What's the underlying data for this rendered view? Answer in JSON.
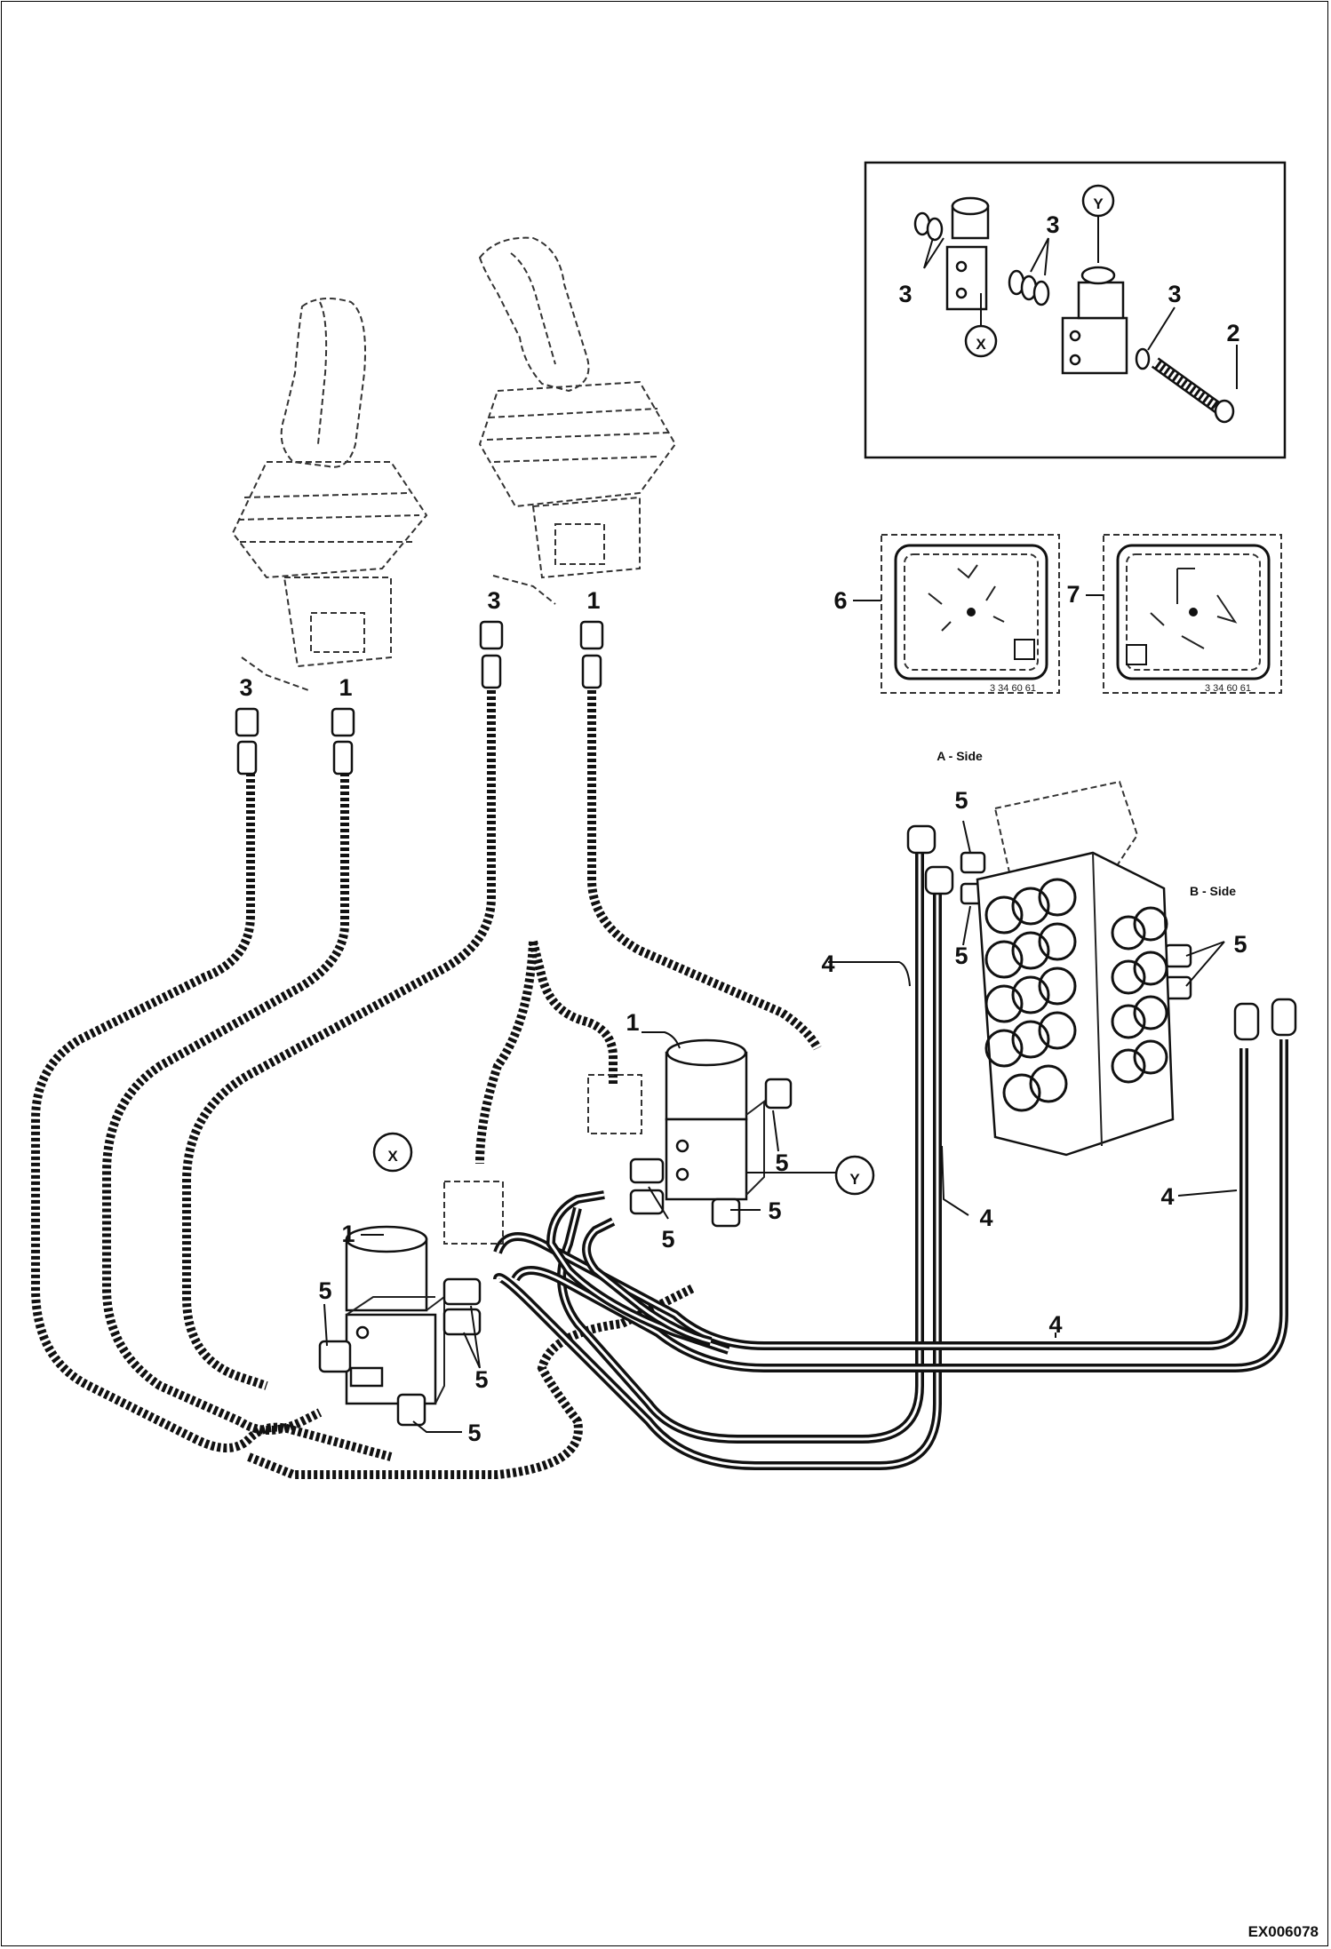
{
  "callouts": {
    "c1": "1",
    "c2": "2",
    "c3": "3",
    "c4": "4",
    "c5": "5",
    "c6": "6",
    "c7": "7"
  },
  "detail_marks": {
    "x": "X",
    "y": "Y"
  },
  "valve_sides": {
    "a": "A - Side",
    "b": "B - Side"
  },
  "decal_part_numbers": {
    "d6": "3 34 60 61",
    "d7": "3 34 60 61"
  },
  "image_reference": "EX006078"
}
